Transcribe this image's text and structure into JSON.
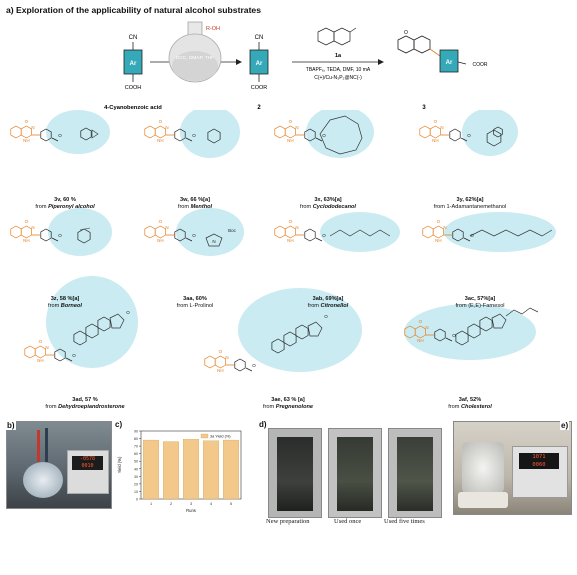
{
  "title": "a) Exploration of the applicability of natural alcohol substrates",
  "scheme": {
    "start_label": "4-Cyanobenzoic acid",
    "flask_reagents": "DCC, DMAP, THF",
    "flask_reagent_top": "R-OH",
    "intermediate_label": "2",
    "product_label": "3",
    "reagent_1a": "1a",
    "conditions_1": "TBAPF₆, TEDA, DMF, 10 mA",
    "conditions_2": "C(+)/Cu-N₃P₂@NC(-)",
    "cn": "CN",
    "cooh": "COOH",
    "coor": "COOR",
    "ar": "Ar"
  },
  "compounds": [
    {
      "id": "3v",
      "yield": "3v, 60 %",
      "from": "Piperonyl alcohol"
    },
    {
      "id": "3w",
      "yield": "3w, 66 %[a]",
      "from": "Menthol"
    },
    {
      "id": "3x",
      "yield": "3x, 63%[a]",
      "from": "Cyclododecanol"
    },
    {
      "id": "3y",
      "yield": "3y, 62%[a]",
      "from": "1-Adamantanemethanol"
    },
    {
      "id": "3z",
      "yield": "3z, 58 %[a]",
      "from": "Borneol"
    },
    {
      "id": "3aa",
      "yield": "3aa, 60%",
      "from": "L-Prolinol"
    },
    {
      "id": "3ab",
      "yield": "3ab, 69%[a]",
      "from": "Citronellol"
    },
    {
      "id": "3ac",
      "yield": "3ac, 57%[a]",
      "from": "(E,E)-Farnesol"
    },
    {
      "id": "3ad",
      "yield": "3ad, 57 %",
      "from": "Dehydroepiandrosterone"
    },
    {
      "id": "3ae",
      "yield": "3ae, 63 % [a]",
      "from": "Pregnenolone"
    },
    {
      "id": "3af",
      "yield": "3af, 52%",
      "from": "Cholesterol"
    }
  ],
  "atoms": {
    "o": "O",
    "nh": "NH",
    "n": "N",
    "h": "H",
    "boc": "Boc"
  },
  "panels": {
    "b": "b)",
    "c": "c)",
    "d": "d)",
    "e": "e)"
  },
  "chart_data": {
    "type": "bar",
    "categories": [
      "1",
      "2",
      "3",
      "4",
      "5"
    ],
    "series": [
      {
        "name": "3a Yield (%)",
        "values": [
          78,
          76,
          79,
          77,
          78
        ]
      }
    ],
    "xlabel": "Runs",
    "ylabel": "Yield (%)",
    "ylim": [
      0,
      90
    ],
    "yticks": [
      0,
      10,
      20,
      30,
      40,
      50,
      60,
      70,
      80,
      90
    ],
    "legend": "top-right",
    "bar_color": "#f3c98b"
  },
  "photo_captions": {
    "new": "New preparation",
    "once": "Used once",
    "five": "Used five times"
  },
  "display_b": [
    "-0578",
    "0010"
  ],
  "display_e": [
    "1071",
    "0060"
  ]
}
